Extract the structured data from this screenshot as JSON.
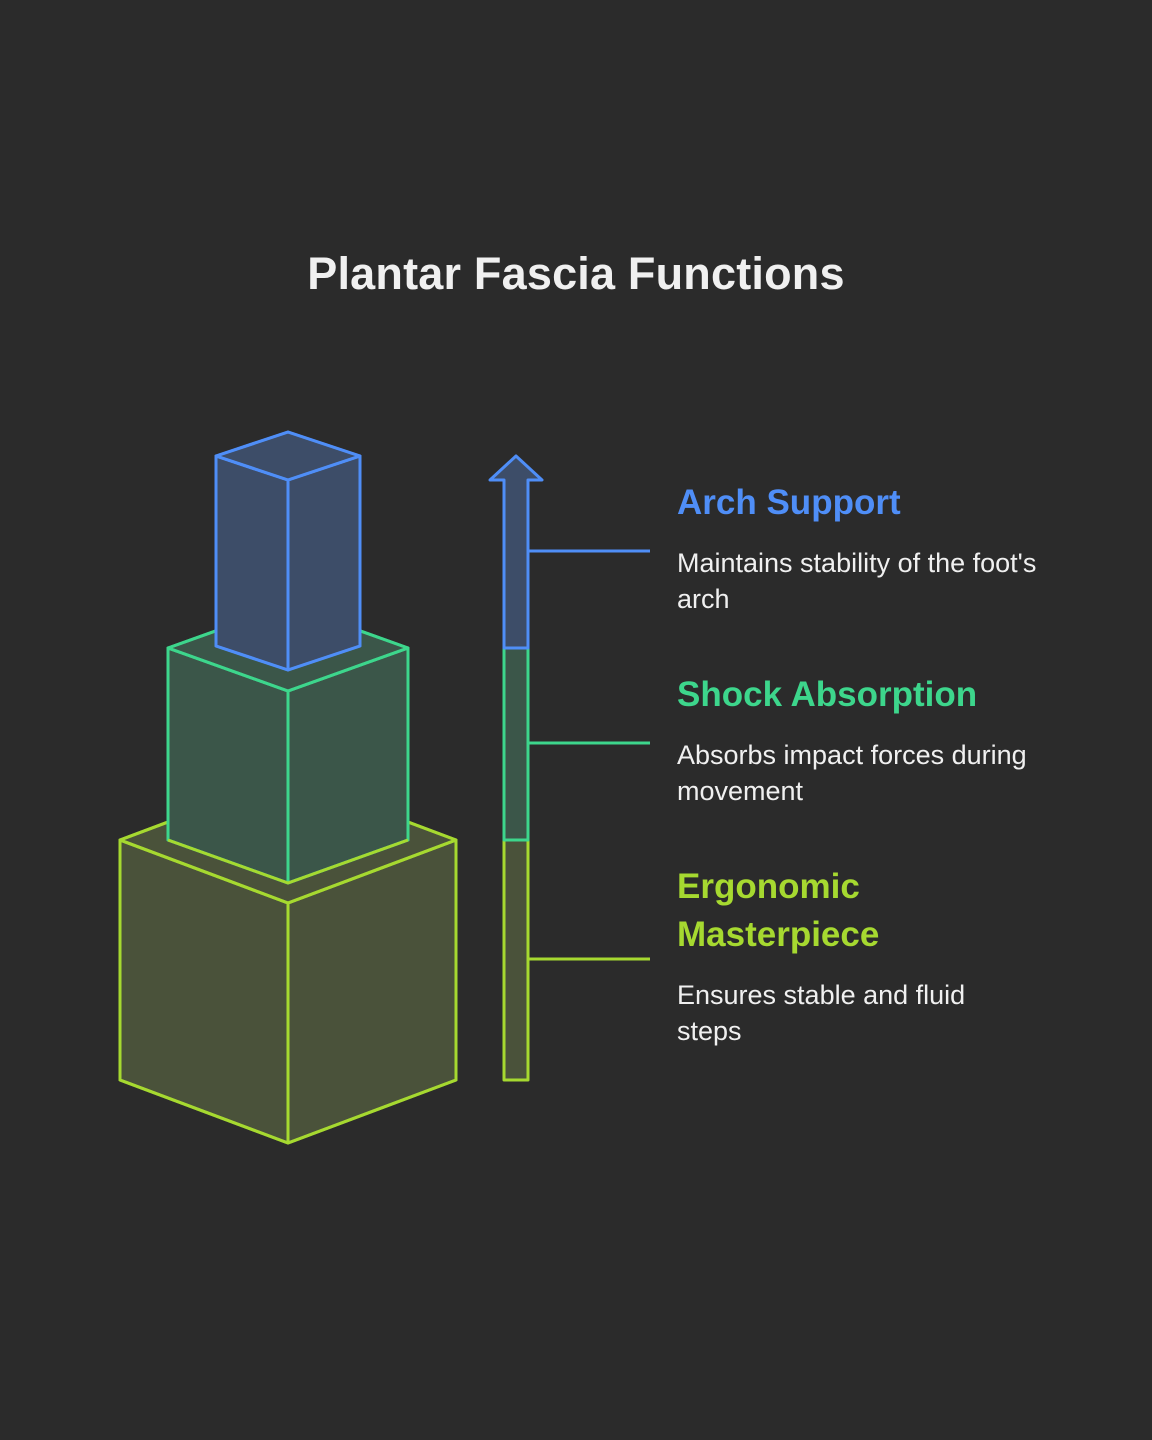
{
  "title": "Plantar Fascia Functions",
  "colors": {
    "background": "#2b2b2b",
    "title": "#f0f0f0",
    "description": "#f0f0f0"
  },
  "items": [
    {
      "heading": "Arch Support",
      "description": "Maintains stability of the foot's arch",
      "stroke": "#4f8ef7",
      "fill": "#3d4d68",
      "fill_top": "#3d4d68"
    },
    {
      "heading": "Shock Absorption",
      "description": "Absorbs impact forces during movement",
      "stroke": "#3dd68c",
      "fill": "#3b5649",
      "fill_top": "#3b5649"
    },
    {
      "heading": "Ergonomic Masterpiece",
      "description": "Ensures stable and fluid steps",
      "stroke": "#a6d930",
      "fill": "#4a523a",
      "fill_top": "#4a523a"
    }
  ],
  "arrow_icon": "up-arrow-icon"
}
